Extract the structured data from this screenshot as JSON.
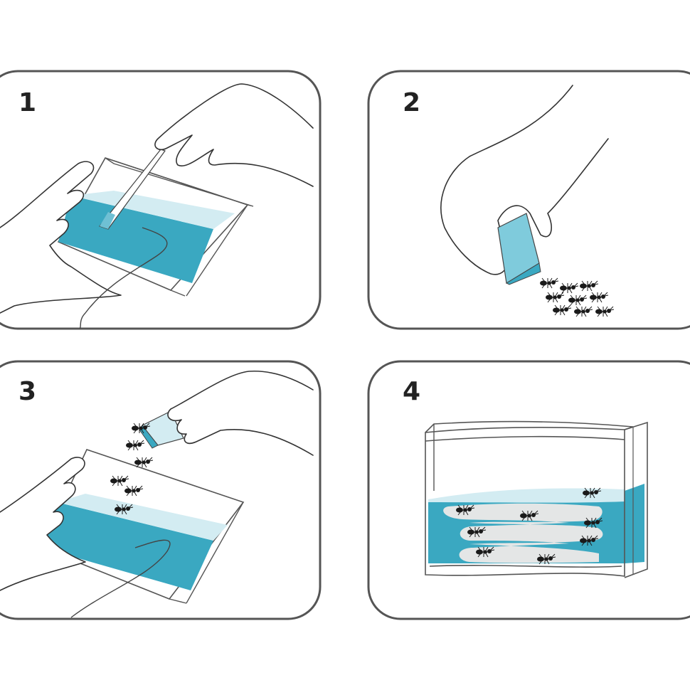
{
  "steps": [
    {
      "number": "1"
    },
    {
      "number": "2"
    },
    {
      "number": "3"
    },
    {
      "number": "4"
    }
  ],
  "colors": {
    "gel": "#3aa8c1",
    "gel_surface": "#d3ecf2",
    "tunnel": "#e4e6e6",
    "ant": "#1a1a1a",
    "frame": "#555555"
  }
}
